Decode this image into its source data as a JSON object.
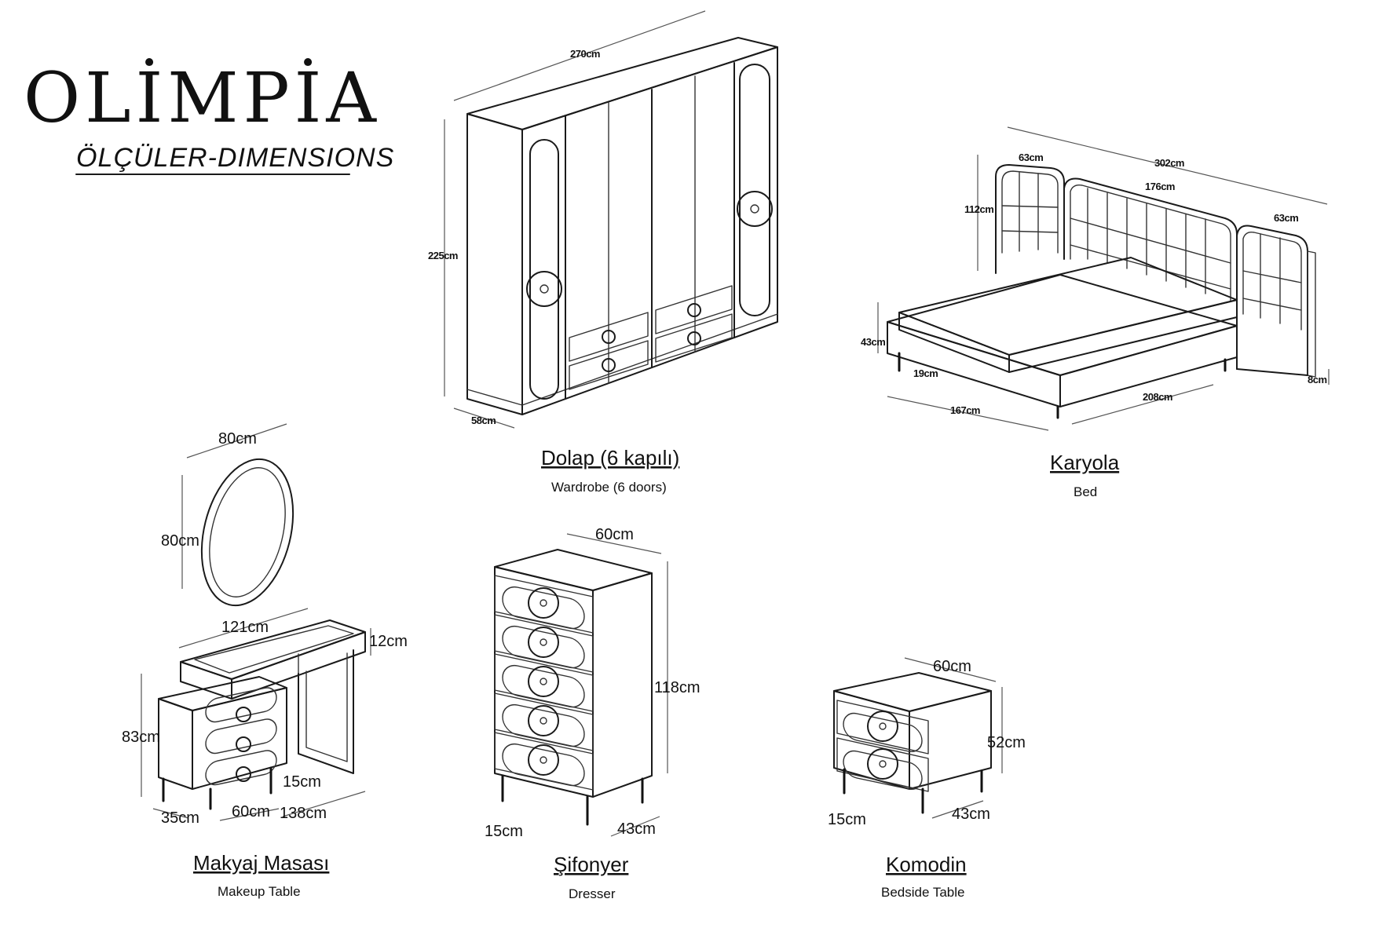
{
  "header": {
    "brand": "OLİMPİA",
    "tagline": "ÖLÇÜLER-DIMENSIONS"
  },
  "wardrobe": {
    "name": "Dolap (6 kapılı)",
    "subtitle": "Wardrobe (6 doors)",
    "width": "270cm",
    "height": "225cm",
    "depth": "58cm"
  },
  "bed": {
    "name": "Karyola",
    "subtitle": "Bed",
    "total_width": "302cm",
    "side_panel_left": "63cm",
    "center_panel": "176cm",
    "side_panel_right": "63cm",
    "headboard_height": "112cm",
    "frame_height": "43cm",
    "leg_height": "19cm",
    "width": "167cm",
    "length": "208cm",
    "panel_thickness": "8cm"
  },
  "makeup_table": {
    "name": "Makyaj Masası",
    "subtitle": "Makeup Table",
    "mirror_width": "80cm",
    "mirror_height": "80cm",
    "top_width": "121cm",
    "top_height": "12cm",
    "height": "83cm",
    "leg_height": "15cm",
    "depth": "35cm",
    "unit_width": "60cm",
    "total_length": "138cm"
  },
  "dresser": {
    "name": "Şifonyer",
    "subtitle": "Dresser",
    "width": "60cm",
    "height": "118cm",
    "leg_height": "15cm",
    "depth": "43cm"
  },
  "bedside": {
    "name": "Komodin",
    "subtitle": "Bedside Table",
    "width": "60cm",
    "height": "52cm",
    "leg_height": "15cm",
    "depth": "43cm"
  }
}
